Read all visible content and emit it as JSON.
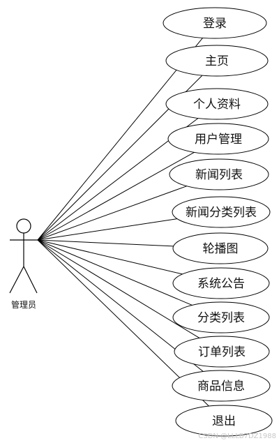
{
  "actor": {
    "label": "管理员"
  },
  "use_cases": [
    {
      "label": "登录"
    },
    {
      "label": "主页"
    },
    {
      "label": "个人资料"
    },
    {
      "label": "用户管理"
    },
    {
      "label": "新闻列表"
    },
    {
      "label": "新闻分类列表"
    },
    {
      "label": "轮播图"
    },
    {
      "label": "系统公告"
    },
    {
      "label": "分类列表"
    },
    {
      "label": "订单列表"
    },
    {
      "label": "商品信息"
    },
    {
      "label": "退出"
    }
  ],
  "watermark": {
    "text": "CSDN @LLLB7DZ1988"
  },
  "colors": {
    "stroke": "#000000",
    "ellipse_fill": "#ffffff",
    "text": "#111111",
    "watermark": "#c8c8c8"
  }
}
